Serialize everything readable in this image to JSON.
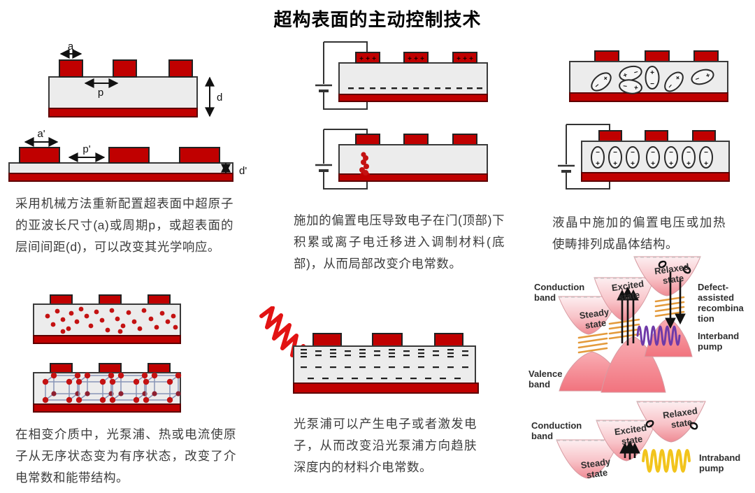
{
  "title": "超构表面的主动控制技术",
  "symbols": {
    "plus": "+",
    "minus": "−"
  },
  "panels": {
    "mechanical": {
      "labels": {
        "a": "a",
        "p": "p",
        "d": "d",
        "a_prime": "a'",
        "p_prime": "p'",
        "d_prime": "d'"
      },
      "caption": "采用机械方法重新配置超表面中超原子的亚波长尺寸(a)或周期p，或超表面的层间间距(d)，可以改变其光学响应。"
    },
    "electrical": {
      "caption": "施加的偏置电压导致电子在门(顶部)下积累或离子电迁移进入调制材料(底部)，从而局部改变介电常数。"
    },
    "liquid_crystal": {
      "caption": "液晶中施加的偏置电压或加热使畴排列成晶体结构。"
    },
    "phase_change": {
      "caption": "在相变介质中，光泵浦、热或电流使原子从无序状态变为有序状态，改变了介电常数和能带结构。"
    },
    "optical_pump": {
      "caption": "光泵浦可以产生电子或者激发电子，从而改变沿光泵浦方向趋肤深度内的材料介电常数。"
    },
    "band_diagram": {
      "interband": {
        "conduction_band": "Conduction band",
        "valence_band": "Valence band",
        "steady_state": "Steady state",
        "excited_state": "Excited state",
        "relaxed_state": "Relaxed state",
        "defect_recombination": "Defect-assisted recombination",
        "pump": "Interband pump"
      },
      "intraband": {
        "conduction_band": "Conduction band",
        "steady_state": "Steady state",
        "excited_state": "Excited state",
        "relaxed_state": "Relaxed state",
        "pump": "Intraband pump"
      }
    }
  },
  "colors": {
    "accent_red": "#C00000",
    "substrate_gray": "#ECECEC",
    "defect_orange": "#E39A3B",
    "interband_purple": "#6F3AA8",
    "intraband_yellow": "#F2C41C",
    "band_pink": "#F2848E"
  }
}
